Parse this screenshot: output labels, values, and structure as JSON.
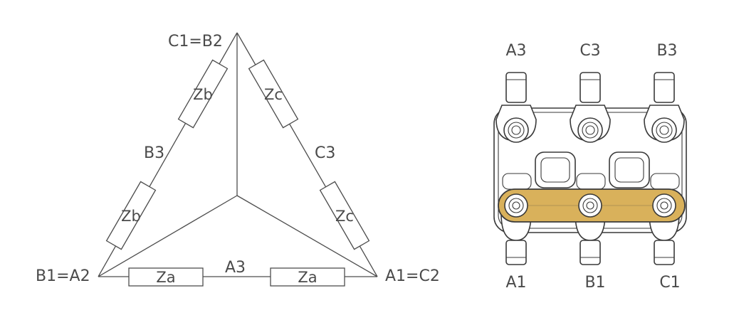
{
  "delta": {
    "corner_top": "C1=B2",
    "corner_left": "B1=A2",
    "corner_right": "A1=C2",
    "mid_left": "B3",
    "mid_right": "C3",
    "mid_bottom": "A3",
    "zb_upper": "Zb",
    "zb_lower": "Zb",
    "zc_upper": "Zc",
    "zc_lower": "Zc",
    "za_left": "Za",
    "za_right": "Za"
  },
  "terminal_block": {
    "top_labels": [
      "A3",
      "C3",
      "B3"
    ],
    "bottom_labels": [
      "A1",
      "B1",
      "C1"
    ],
    "link_color": "#d9b15b"
  }
}
